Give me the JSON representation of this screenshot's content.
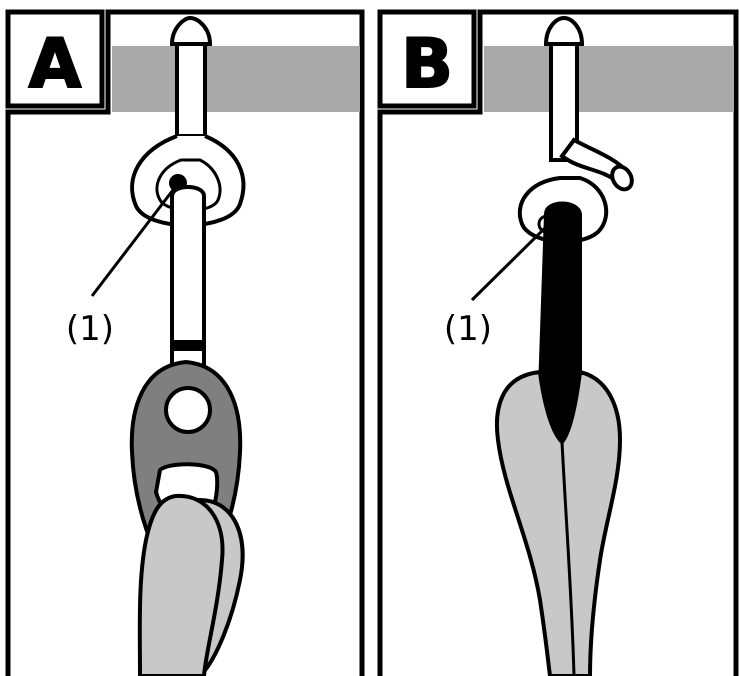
{
  "panels": [
    {
      "letter": "A",
      "callout": "(1)"
    },
    {
      "letter": "B",
      "callout": "(1)"
    }
  ],
  "colors": {
    "outline": "#000000",
    "ceiling_band": "#a9a9a9",
    "strap_fill": "#c8c8c8",
    "ring_dark": "#7f7f7f",
    "shackle_dark": "#000000",
    "background": "#ffffff"
  }
}
